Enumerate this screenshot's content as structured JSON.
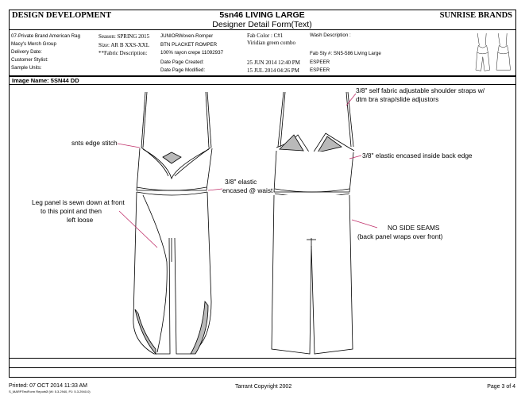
{
  "header": {
    "left": "DESIGN DEVELOPMENT",
    "title": "5sn46 LIVING LARGE",
    "subtitle": "Designer Detail Form(Text)",
    "right": "SUNRISE BRANDS"
  },
  "info": {
    "col1": [
      "07-Private Brand American Rag",
      "Macy's Merch Group",
      "Delivery Date:",
      "Customer Stylist:",
      "Sample Units:"
    ],
    "season": "Season: SPRING 2015",
    "size": "Size: AR B XXS-XXL",
    "fabric_desc_label": "**Fabric Description:",
    "style_name_1": "JUNIORWoven-Romper",
    "style_name_2": "BTN PLACKET ROMPER",
    "fabric_desc": "100% rayon crepe 11092937",
    "created_label": "Date Page Created:",
    "modified_label": "Date Page Modified:",
    "fab_color_label": "Fab Color : C#1",
    "fab_color_value": "Viridian green combo",
    "created_value": "25 JUN 2014  12:40 PM",
    "modified_value": "15 JUL 2014  04:26 PM",
    "created_by": "ESPEER",
    "modified_by": "ESPEER",
    "wash_label": "Wash Description :",
    "fab_sty": "Fab Sty #: SN5-586 Living Large"
  },
  "image_name": "Image Name: 5SN44 DD",
  "notes": {
    "edge_stitch": "snts edge stitch",
    "leg_panel_1": "Leg panel is sewn down at front",
    "leg_panel_2": "to this point  and then",
    "leg_panel_3": "left loose",
    "elastic_waist_1": "3/8\" elastic",
    "elastic_waist_2": "encased @ waist",
    "straps_1": "3/8\" self fabric adjustable shoulder straps w/",
    "straps_2": "dtm bra strap/slide adjustors",
    "back_edge": "3/8\" elastic encased inside back edge",
    "side_seams_1": "NO SIDE SEAMS",
    "side_seams_2": "(back panel wraps over front)"
  },
  "footer": {
    "printed": "Printed: 07 OCT 2014  11:33 AM",
    "report": "S_MARPTestForm ReportØ (W: 5.3.2940, PJ: 5.3.2940.0)",
    "copyright": "Tarrant Copyright 2002",
    "page": "Page 3 of 4"
  },
  "colors": {
    "annotation_line": "#c0306a",
    "lining_gray": "#b9b9b9"
  }
}
